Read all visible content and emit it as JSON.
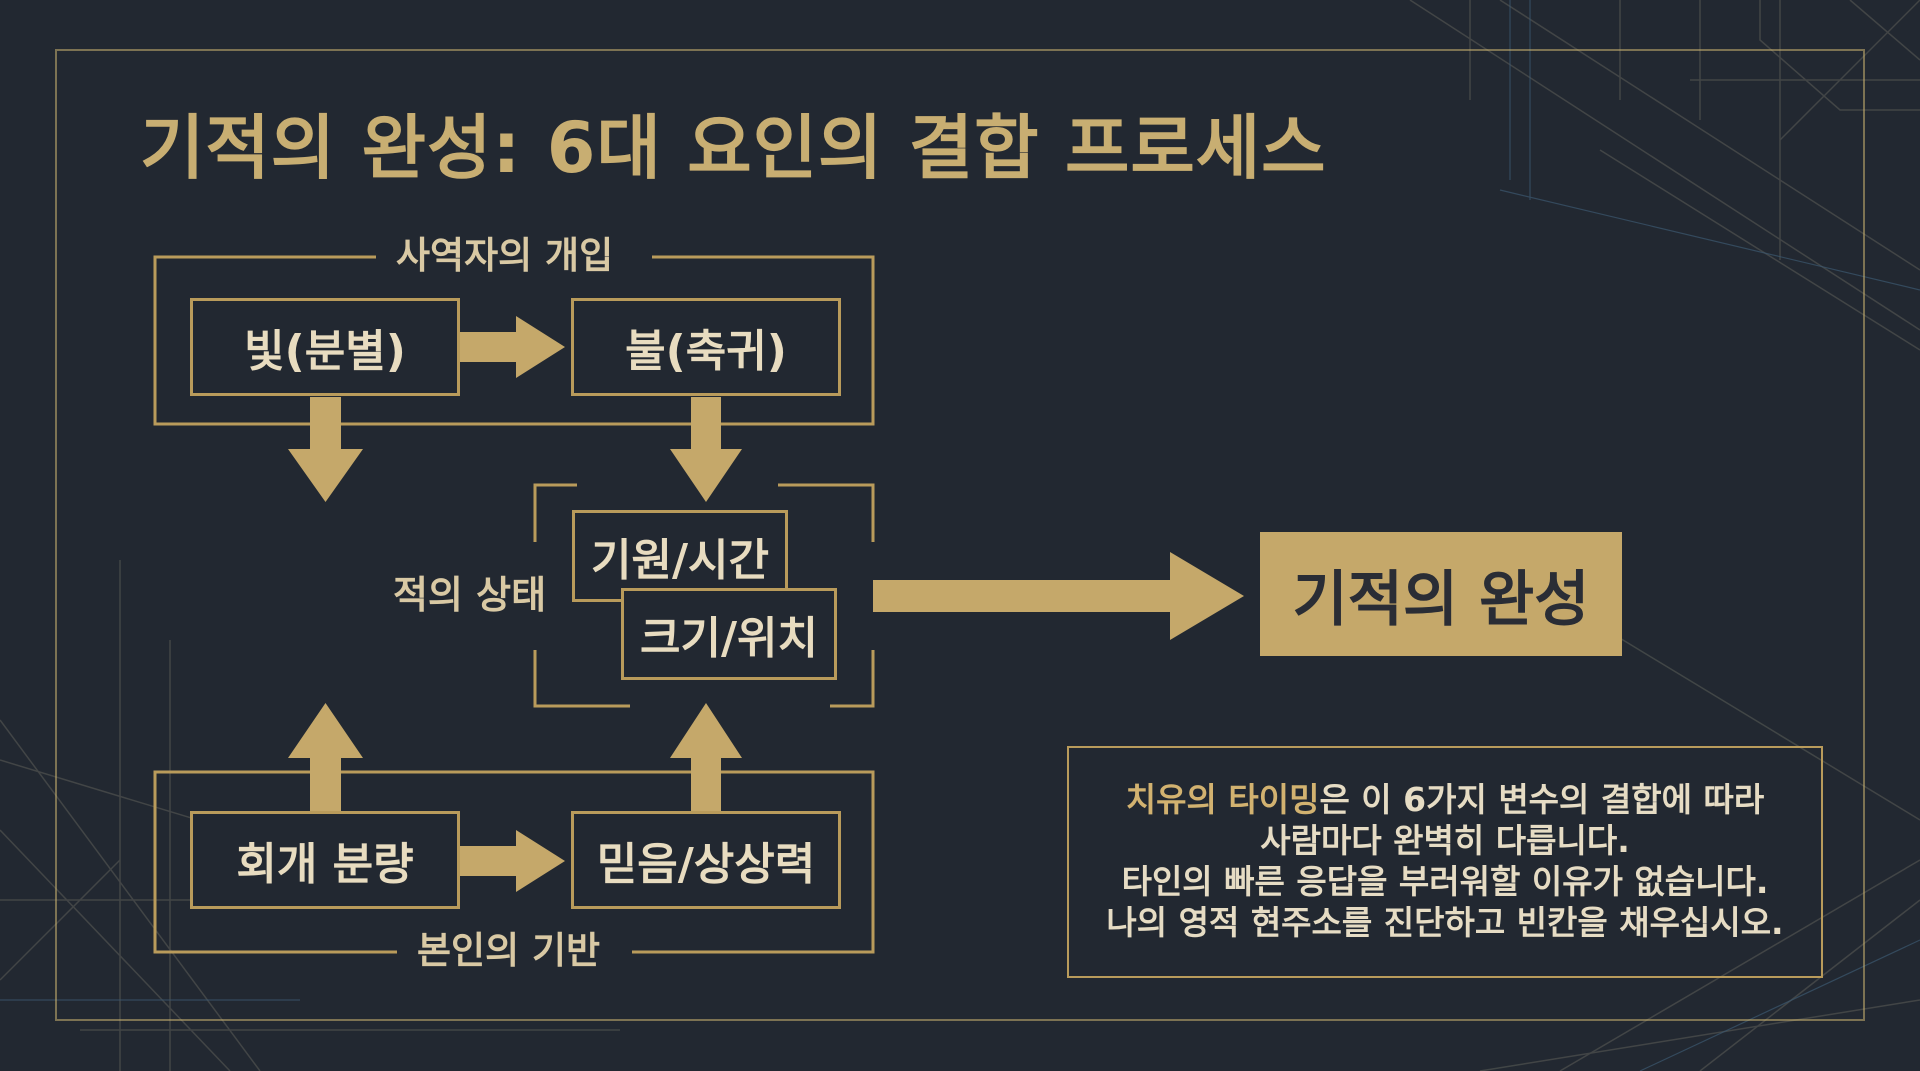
{
  "title": "기적의 완성: 6대 요인의 결합 프로세스",
  "colors": {
    "background": "#222831",
    "gold": "#c5a86a",
    "line": "#b99b5b",
    "text": "#e8dcc0"
  },
  "diagram": {
    "top_group_label": "사역자의 개입",
    "bottom_group_label": "본인의 기반",
    "center_label": "적의 상태",
    "nodes": {
      "light": "빛(분별)",
      "fire": "불(축귀)",
      "origin_time": "기원/시간",
      "size_location": "크기/위치",
      "repentance": "회개 분량",
      "faith": "믿음/상상력"
    },
    "result": "기적의 완성"
  },
  "note": {
    "highlight": "치유의 타이밍",
    "line1_rest": "은 이 6가지 변수의 결합에 따라",
    "line2": "사람마다 완벽히 다릅니다.",
    "line3": "타인의 빠른 응답을 부러워할 이유가 없습니다.",
    "line4": "나의 영적 현주소를 진단하고 빈칸을 채우십시오."
  }
}
